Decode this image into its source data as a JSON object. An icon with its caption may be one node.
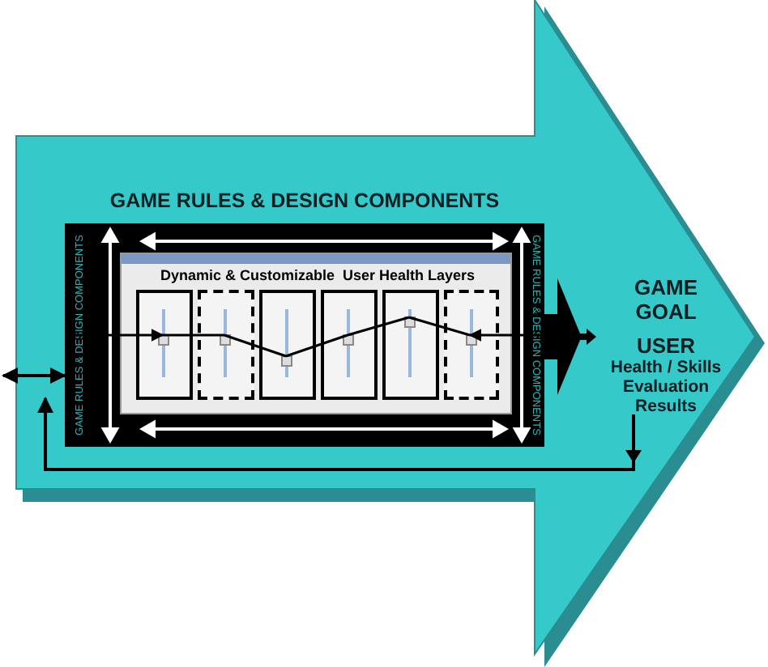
{
  "diagram": {
    "nodes": [
      {
        "text": [
          "GAME RULES & DESIGN COMPONENTS",
          "GAME RULES & DESIGN COMPONENTS",
          "GAME RULES & DESIGN COMPONENTS"
        ]
      },
      {
        "text": [
          "Dynamic & Customizable  User Health Layers"
        ],
        "in": 0
      },
      {
        "text": [],
        "shape": "box",
        "in": 1
      },
      {
        "text": [],
        "shape": "box",
        "in": 1
      },
      {
        "text": [],
        "shape": "box",
        "in": 1
      },
      {
        "text": [],
        "shape": "box",
        "in": 1
      },
      {
        "text": [],
        "shape": "box",
        "in": 1
      },
      {
        "text": [],
        "shape": "box",
        "in": 1
      },
      {
        "text": [
          "GAME GOAL",
          "USER",
          "Health / Skills Evaluation Results"
        ]
      }
    ],
    "edges": [
      {
        "from": null,
        "to": 0,
        "arrow": "both"
      },
      {
        "from": 0,
        "to": 8,
        "arrow": "to",
        "style": "thick"
      },
      {
        "from": 8,
        "to": 0,
        "arrow": "to"
      },
      {
        "from": 0,
        "to": 2,
        "arrow": "to"
      },
      {
        "from": 2,
        "to": 3,
        "arrow": "none"
      },
      {
        "from": 3,
        "to": 4,
        "arrow": "none"
      },
      {
        "from": 4,
        "to": 5,
        "arrow": "none"
      },
      {
        "from": 5,
        "to": 6,
        "arrow": "none"
      },
      {
        "from": 6,
        "to": 7,
        "arrow": "none"
      },
      {
        "from": 0,
        "to": 7,
        "arrow": "to"
      }
    ]
  }
}
